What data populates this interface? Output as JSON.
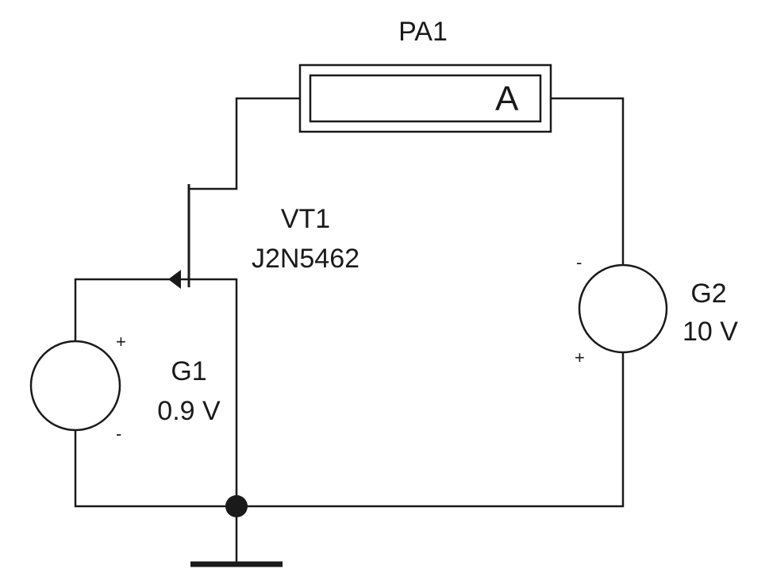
{
  "ammeter": {
    "ref": "PA1",
    "symbol": "A"
  },
  "transistor": {
    "ref": "VT1",
    "model": "J2N5462"
  },
  "source_g1": {
    "ref": "G1",
    "value": "0.9 V",
    "pol_top": "+",
    "pol_bottom": "-"
  },
  "source_g2": {
    "ref": "G2",
    "value": "10 V",
    "pol_top": "-",
    "pol_bottom": "+"
  },
  "colors": {
    "ink": "#1a1a1a",
    "background": "#ffffff"
  }
}
